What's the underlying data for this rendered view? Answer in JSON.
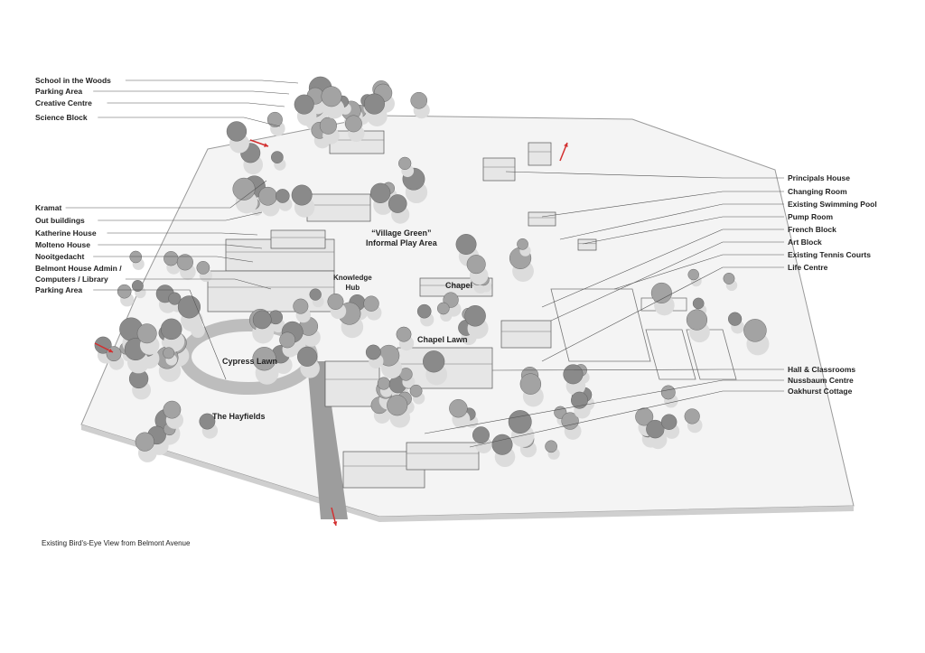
{
  "left_labels": [
    "School in the Woods",
    "Parking Area",
    "Creative Centre",
    "Science Block",
    "Kramat",
    "Out buildings",
    "Katherine House",
    "Molteno House",
    "Nooitgedacht",
    "Belmont House Admin /",
    "Computers / Library",
    "Parking Area"
  ],
  "right_labels": [
    "Principals House",
    "Changing Room",
    "Existing Swimming Pool",
    "Pump Room",
    "French Block",
    "Art Block",
    "Existing Tennis Courts",
    "Life Centre",
    "Hall & Classrooms",
    "Nussbaum Centre",
    "Oakhurst Cottage"
  ],
  "map_labels": {
    "village_green_1": "“Village Green”",
    "village_green_2": "Informal Play Area",
    "chapel": "Chapel",
    "knowledge_1": "Knowledge",
    "knowledge_2": "Hub",
    "chapel_lawn": "Chapel Lawn",
    "cypress_lawn": "Cypress Lawn",
    "hayfields": "The Hayfields"
  },
  "caption": "Existing Bird's-Eye View from Belmont Avenue",
  "colors": {
    "arrow": "#d32f2f",
    "ground": "#f4f4f4",
    "tree": "#8a8a8a",
    "building": "#e6e6e6"
  }
}
